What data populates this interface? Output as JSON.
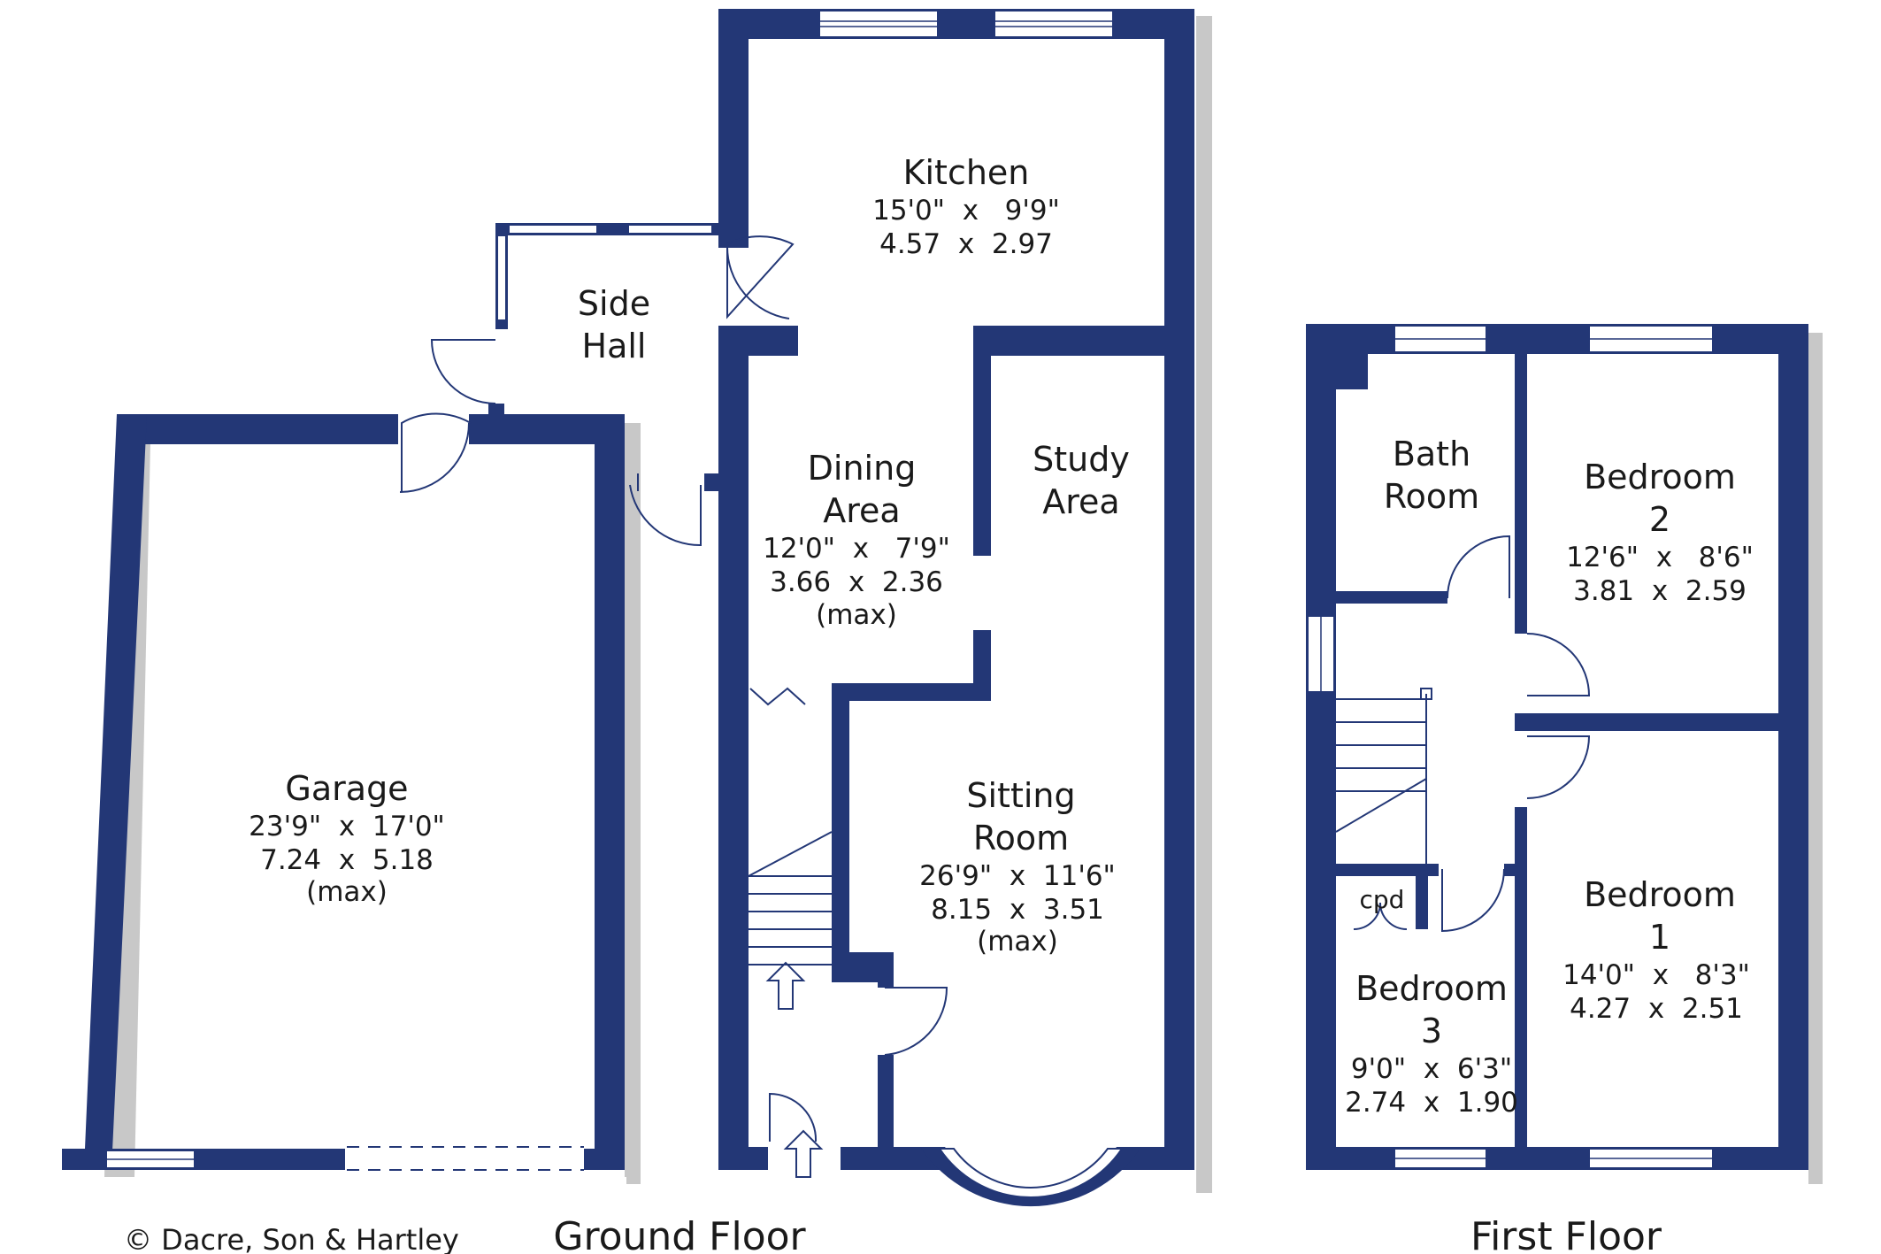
{
  "copyright": "© Dacre, Son & Hartley",
  "floors": {
    "ground": {
      "title": "Ground Floor"
    },
    "first": {
      "title": "First Floor"
    }
  },
  "rooms": {
    "kitchen": {
      "name": "Kitchen",
      "imperial": "15'0\"  x   9'9\"",
      "metric": "4.57  x  2.97"
    },
    "side_hall": {
      "line1": "Side",
      "line2": "Hall"
    },
    "dining": {
      "line1": "Dining",
      "line2": "Area",
      "imperial": "12'0\"  x   7'9\"",
      "metric": "3.66  x  2.36",
      "note": "(max)"
    },
    "study": {
      "line1": "Study",
      "line2": "Area"
    },
    "sitting": {
      "line1": "Sitting",
      "line2": "Room",
      "imperial": "26'9\"  x  11'6\"",
      "metric": "8.15  x  3.51",
      "note": "(max)"
    },
    "garage": {
      "name": "Garage",
      "imperial": "23'9\"  x  17'0\"",
      "metric": "7.24  x  5.18",
      "note": "(max)"
    },
    "bathroom": {
      "line1": "Bath",
      "line2": "Room"
    },
    "bedroom2": {
      "line1": "Bedroom",
      "line2": "2",
      "imperial": "12'6\"  x   8'6\"",
      "metric": "3.81  x  2.59"
    },
    "bedroom1": {
      "line1": "Bedroom",
      "line2": "1",
      "imperial": "14'0\"  x   8'3\"",
      "metric": "4.27  x  2.51"
    },
    "bedroom3": {
      "line1": "Bedroom",
      "line2": "3",
      "imperial": "9'0\"  x  6'3\"",
      "metric": "2.74  x  1.90"
    },
    "cupboard": {
      "label": "cpd"
    }
  },
  "colors": {
    "wall": "#233776"
  }
}
